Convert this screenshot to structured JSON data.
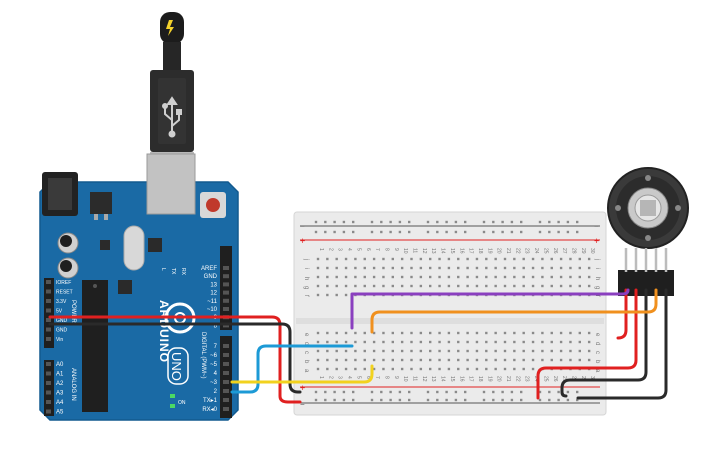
{
  "arduino": {
    "brand": "ARDUINO",
    "model": "UNO",
    "power_pins": [
      "IOREF",
      "RESET",
      "3.3V",
      "5V",
      "GND",
      "GND",
      "Vin"
    ],
    "power_section_label": "POWER",
    "analog_pins": [
      "A0",
      "A1",
      "A2",
      "A3",
      "A4",
      "A5"
    ],
    "analog_section_label": "ANALOG IN",
    "digital_pins_top": [
      "AREF",
      "GND",
      "13",
      "12",
      "~11",
      "~10",
      "~9",
      "8"
    ],
    "digital_pins_bottom": [
      "7",
      "~6",
      "~5",
      "4",
      "~3",
      "2",
      "TX▸1",
      "RX◂0"
    ],
    "digital_section_label": "DIGITAL (PWM~)",
    "led_labels": [
      "L",
      "TX",
      "RX"
    ],
    "on_label": "ON"
  },
  "breadboard": {
    "rail_plus": "+",
    "rail_minus": "−",
    "row_letters_top": [
      "j",
      "i",
      "h",
      "g",
      "f"
    ],
    "row_letters_bottom": [
      "e",
      "d",
      "c",
      "b",
      "a"
    ],
    "column_numbers": [
      "1",
      "2",
      "3",
      "4",
      "5",
      "6",
      "7",
      "8",
      "9",
      "10",
      "11",
      "12",
      "13",
      "14",
      "15",
      "16",
      "17",
      "18",
      "19",
      "20",
      "21",
      "22",
      "23",
      "24",
      "25",
      "26",
      "27",
      "28",
      "29",
      "30"
    ]
  },
  "colors": {
    "board": "#1a6aa5",
    "breadboard": "#ebebeb",
    "wire_red": "#e02020",
    "wire_black": "#2a2a2a",
    "wire_orange": "#f0901e",
    "wire_yellow": "#f2d21e",
    "wire_blue": "#1c9ad6",
    "wire_purple": "#8a3fbf",
    "usb_cable": "#222222"
  }
}
